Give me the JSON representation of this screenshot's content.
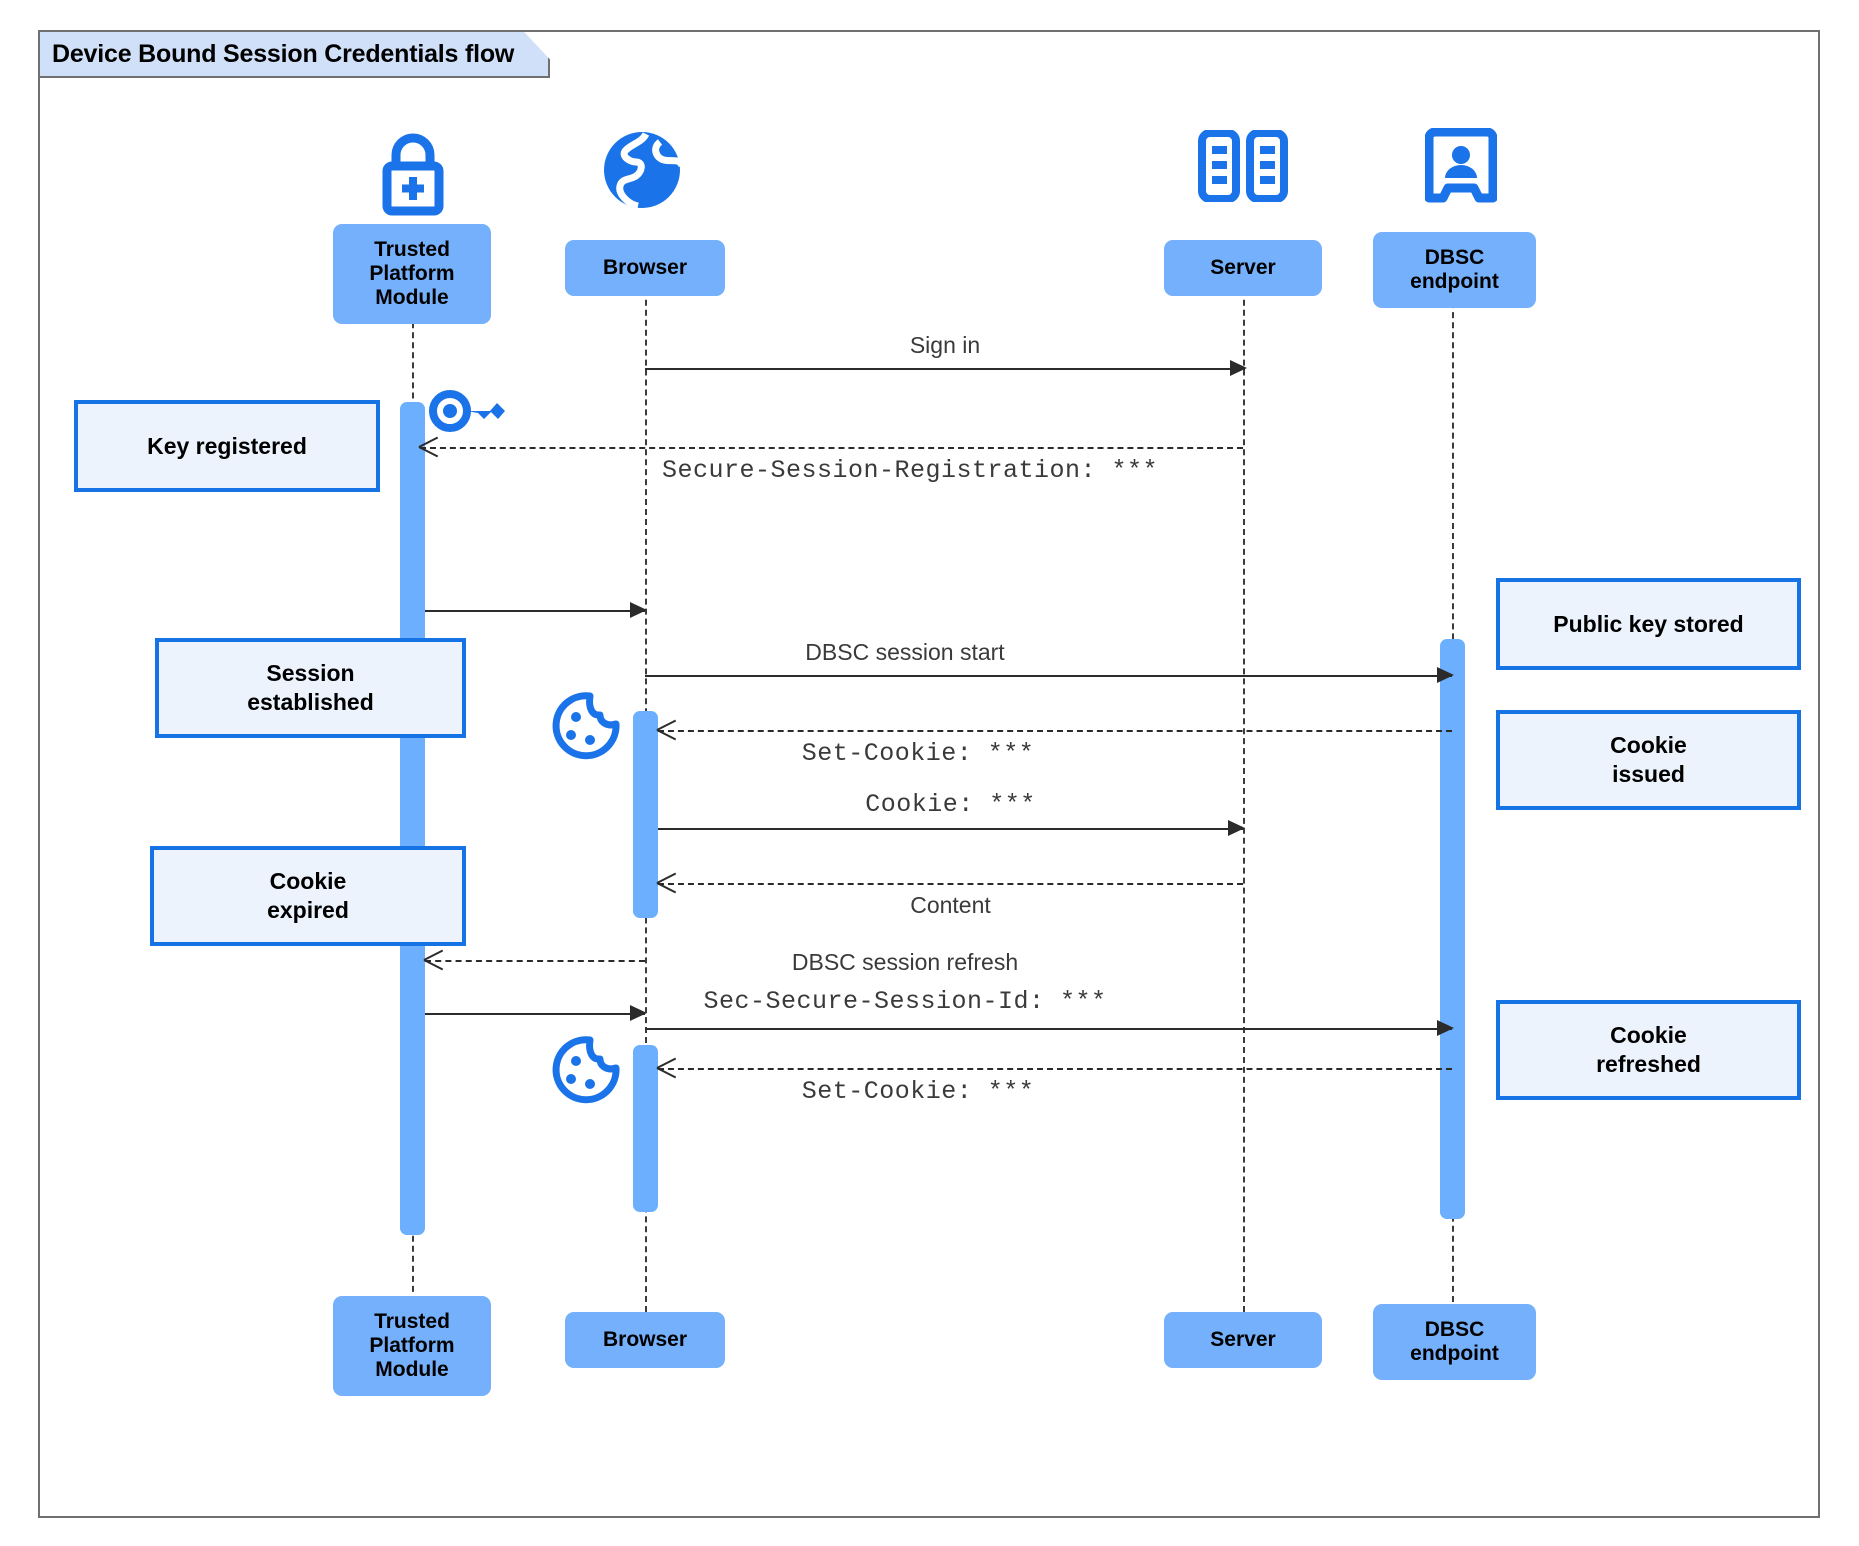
{
  "diagram": {
    "title": "Device Bound Session Credentials flow",
    "colors": {
      "participant_fill": "#74b0fb",
      "note_fill": "#edf3fd",
      "note_border": "#1573e6",
      "activation": "#6cafff",
      "icon_blue": "#1a73e8",
      "frame_border": "#707070",
      "title_tab_fill": "#cfe0f8"
    }
  },
  "participants": [
    {
      "id": "tpm",
      "label": "Trusted\nPlatform\nModule",
      "icon": "lock-plus-icon"
    },
    {
      "id": "browser",
      "label": "Browser",
      "icon": "globe-icon"
    },
    {
      "id": "server",
      "label": "Server",
      "icon": "server-racks-icon"
    },
    {
      "id": "dbsc",
      "label": "DBSC\nendpoint",
      "icon": "id-badge-icon"
    }
  ],
  "messages": [
    {
      "id": "m1",
      "from": "browser",
      "to": "server",
      "style": "solid",
      "label_prop": "Sign in",
      "label_mono": ""
    },
    {
      "id": "m2",
      "from": "server",
      "to": "tpm",
      "style": "dashed",
      "label_prop": "",
      "label_mono": "Secure-Session-Registration: ***"
    },
    {
      "id": "m3",
      "from": "tpm",
      "to": "browser",
      "style": "solid",
      "label_prop": "",
      "label_mono": ""
    },
    {
      "id": "m4",
      "from": "browser",
      "to": "dbsc",
      "style": "solid",
      "label_prop": "DBSC session start",
      "label_mono": ""
    },
    {
      "id": "m5",
      "from": "dbsc",
      "to": "browser",
      "style": "dashed",
      "label_prop": "",
      "label_mono": "Set-Cookie: ***"
    },
    {
      "id": "m6",
      "from": "browser",
      "to": "server",
      "style": "solid",
      "label_prop": "",
      "label_mono": "Cookie: ***"
    },
    {
      "id": "m7",
      "from": "server",
      "to": "browser",
      "style": "dashed",
      "label_prop": "Content",
      "label_mono": ""
    },
    {
      "id": "m8",
      "from": "browser",
      "to": "tpm",
      "style": "dashed",
      "label_prop": "",
      "label_mono": ""
    },
    {
      "id": "m9",
      "from": "tpm",
      "to": "browser",
      "style": "solid",
      "label_prop": "",
      "label_mono": ""
    },
    {
      "id": "m10",
      "from": "browser",
      "to": "dbsc",
      "style": "solid",
      "label_prop": "DBSC session refresh",
      "label_mono": "Sec-Secure-Session-Id: ***"
    },
    {
      "id": "m11",
      "from": "dbsc",
      "to": "browser",
      "style": "dashed",
      "label_prop": "",
      "label_mono": "Set-Cookie: ***"
    }
  ],
  "notes": [
    {
      "id": "n1",
      "side": "left",
      "text": "Key registered"
    },
    {
      "id": "n2",
      "side": "left",
      "text": "Session\nestablished"
    },
    {
      "id": "n3",
      "side": "left",
      "text": "Cookie\nexpired"
    },
    {
      "id": "n4",
      "side": "right",
      "text": "Public key stored"
    },
    {
      "id": "n5",
      "side": "right",
      "text": "Cookie\nissued"
    },
    {
      "id": "n6",
      "side": "right",
      "text": "Cookie\nrefreshed"
    }
  ],
  "inline_icons": [
    {
      "id": "i1",
      "name": "key-icon",
      "near": "tpm"
    },
    {
      "id": "i2",
      "name": "cookie-icon",
      "near": "browser"
    },
    {
      "id": "i3",
      "name": "cookie-icon",
      "near": "browser"
    }
  ]
}
